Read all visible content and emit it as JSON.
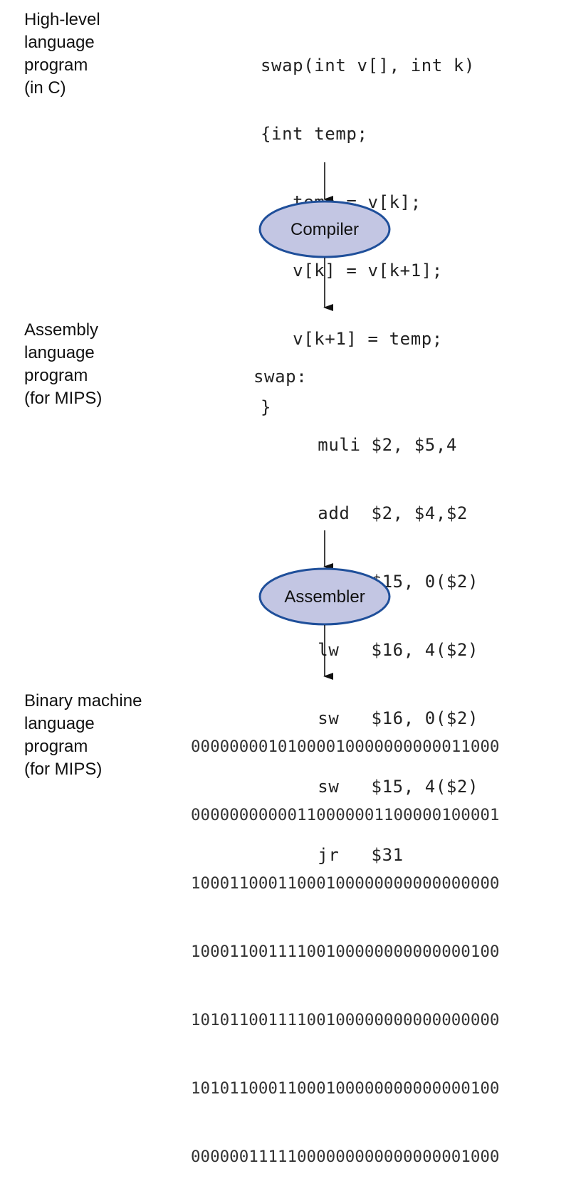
{
  "stages": [
    {
      "label_lines": [
        "High-level",
        "language",
        "program",
        "(in C)"
      ],
      "code_lines": [
        "swap(int v[], int k)",
        "{int temp;",
        "   temp = v[k];",
        "   v[k] = v[k+1];",
        "   v[k+1] = temp;",
        "}"
      ]
    },
    {
      "label_lines": [
        "Assembly",
        "language",
        "program",
        "(for MIPS)"
      ],
      "code_lines": [
        "swap:",
        "      muli $2, $5,4",
        "      add  $2, $4,$2",
        "      lw   $15, 0($2)",
        "      lw   $16, 4($2)",
        "      sw   $16, 0($2)",
        "      sw   $15, 4($2)",
        "      jr   $31"
      ]
    },
    {
      "label_lines": [
        "Binary machine",
        "language",
        "program",
        "(for MIPS)"
      ],
      "code_lines": [
        "00000000101000010000000000011000",
        "00000000000110000001100000100001",
        "10001100011000100000000000000000",
        "10001100111100100000000000000100",
        "10101100111100100000000000000000",
        "10101100011000100000000000000100",
        "00000011111000000000000000001000"
      ]
    }
  ],
  "translators": [
    {
      "label": "Compiler"
    },
    {
      "label": "Assembler"
    }
  ],
  "colors": {
    "oval_fill": "#c3c6e3",
    "oval_stroke": "#1f4f9a",
    "arrow": "#111111"
  }
}
